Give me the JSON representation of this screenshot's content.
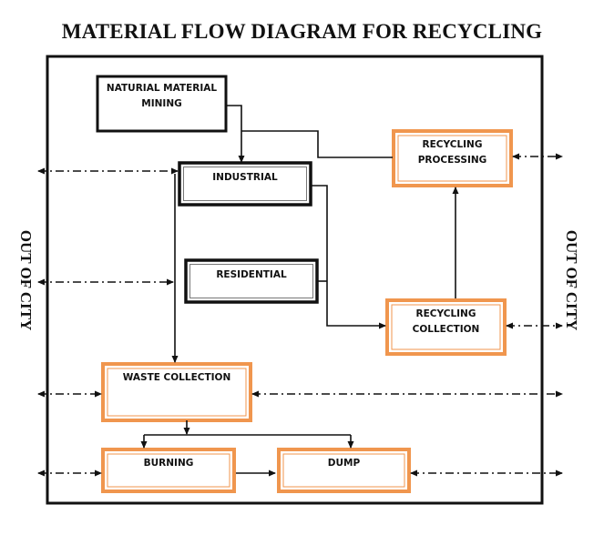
{
  "title": "MATERIAL FLOW DIAGRAM FOR RECYCLING",
  "side_labels": {
    "left": "OUT OF CITY",
    "right": "OUT OF CITY"
  },
  "colors": {
    "orange": "#F0964E",
    "black": "#111111"
  },
  "nodes": {
    "mining": {
      "line1": "NATURIAL MATERIAL",
      "line2": "MINING",
      "style": "black-single"
    },
    "industrial": {
      "line1": "INDUSTRIAL",
      "style": "black-double"
    },
    "residential": {
      "line1": "RESIDENTIAL",
      "style": "black-double"
    },
    "recycling_processing": {
      "line1": "RECYCLING",
      "line2": "PROCESSING",
      "style": "orange-double"
    },
    "recycling_collection": {
      "line1": "RECYCLING",
      "line2": "COLLECTION",
      "style": "orange-double"
    },
    "waste_collection": {
      "line1": "WASTE COLLECTION",
      "style": "orange-double"
    },
    "burning": {
      "line1": "BURNING",
      "style": "orange-double"
    },
    "dump": {
      "line1": "DUMP",
      "style": "orange-double"
    }
  },
  "edges": [
    {
      "from": "mining",
      "to": "industrial",
      "type": "solid"
    },
    {
      "from": "mining",
      "to": "recycling_processing",
      "type": "solid-line"
    },
    {
      "from": "industrial",
      "to": "recycling_collection",
      "type": "solid"
    },
    {
      "from": "residential",
      "to": "recycling_collection",
      "type": "solid"
    },
    {
      "from": "industrial",
      "to": "waste_collection",
      "type": "solid"
    },
    {
      "from": "recycling_collection",
      "to": "recycling_processing",
      "type": "solid"
    },
    {
      "from": "waste_collection",
      "to": "burning",
      "type": "solid"
    },
    {
      "from": "waste_collection",
      "to": "dump",
      "type": "solid"
    },
    {
      "from": "burning",
      "to": "dump",
      "type": "solid"
    },
    {
      "from": "out_of_city_left",
      "to": "industrial",
      "type": "dash-dot-bidirectional"
    },
    {
      "from": "out_of_city_left",
      "to": "residential",
      "type": "dash-dot-bidirectional"
    },
    {
      "from": "out_of_city_left",
      "to": "waste_collection",
      "type": "dash-dot-bidirectional"
    },
    {
      "from": "out_of_city_left",
      "to": "burning",
      "type": "dash-dot-bidirectional"
    },
    {
      "from": "recycling_processing",
      "to": "out_of_city_right",
      "type": "dash-dot-bidirectional"
    },
    {
      "from": "recycling_collection",
      "to": "out_of_city_right",
      "type": "dash-dot-bidirectional"
    },
    {
      "from": "waste_collection",
      "to": "out_of_city_right",
      "type": "dash-dot-bidirectional"
    },
    {
      "from": "dump",
      "to": "out_of_city_right",
      "type": "dash-dot-bidirectional"
    }
  ]
}
